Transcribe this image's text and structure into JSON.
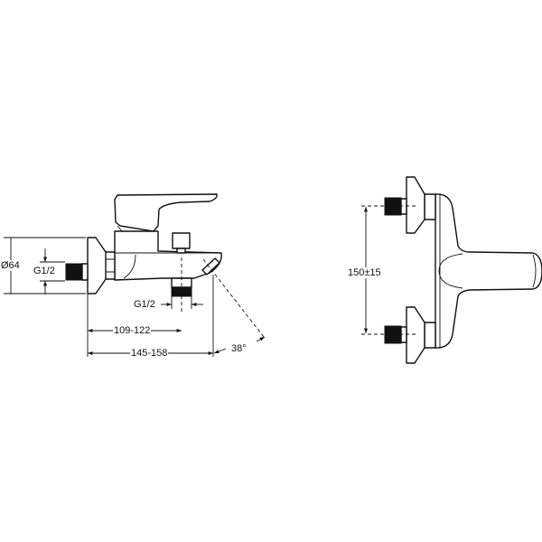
{
  "side_view": {
    "diameter_label": "Ø64",
    "inlet_thread_label": "G1/2",
    "outlet_thread_label": "G1/2",
    "outlet_distance_label": "109-122",
    "overall_depth_label": "145-158",
    "spout_angle_label": "38°"
  },
  "front_view": {
    "inlet_spacing_label": "150±15"
  }
}
